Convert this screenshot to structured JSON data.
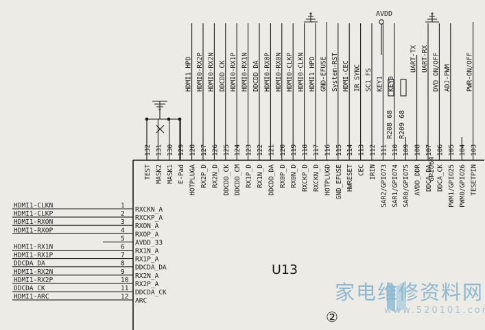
{
  "chip": {
    "name": "U13",
    "page_mark": "②"
  },
  "power": {
    "avdd_label": "AVDD"
  },
  "watermark": {
    "text": "家电维修资料网",
    "url": "www.520101.com"
  },
  "top_pins": [
    {
      "num": "132",
      "name": "TEST",
      "net": ""
    },
    {
      "num": "131",
      "name": "MASK2",
      "net": ""
    },
    {
      "num": "130",
      "name": "MASK1",
      "net": ""
    },
    {
      "num": "129",
      "name": "E-Pad",
      "net": ""
    },
    {
      "num": "128",
      "name": "HOTPLUGA",
      "net": "HDMI1_HPD"
    },
    {
      "num": "127",
      "name": "RX2P_D",
      "net": "HDMI0-RX2P"
    },
    {
      "num": "126",
      "name": "RX2N_D",
      "net": "HDMI0-RX2N"
    },
    {
      "num": "125",
      "name": "DDCDD_CK",
      "net": "DDCDD_CK"
    },
    {
      "num": "124",
      "name": "DDCDD_CM",
      "net": "HDMI0-RX1P"
    },
    {
      "num": "123",
      "name": "RX1P_D",
      "net": "HDMI0-RX1N"
    },
    {
      "num": "122",
      "name": "RX1N_D",
      "net": "DDCDD_DA"
    },
    {
      "num": "121",
      "name": "DDCDD_DA",
      "net": "HDMI0-RX0P"
    },
    {
      "num": "120",
      "name": "RX0P_D",
      "net": "HDMI0-RX0N"
    },
    {
      "num": "119",
      "name": "RX0N_D",
      "net": "HDMI0-CLKP"
    },
    {
      "num": "118",
      "name": "RXCKP_D",
      "net": "HDMI0-CLKN"
    },
    {
      "num": "117",
      "name": "RXCKN_D",
      "net": "HDMI1_HPD"
    },
    {
      "num": "116",
      "name": "HOTPLUGD",
      "net": "GND-EFUSE"
    },
    {
      "num": "115",
      "name": "GND_EFUSE",
      "net": "System-RST"
    },
    {
      "num": "114",
      "name": "HWRESET",
      "net": "HDMI-CEC"
    },
    {
      "num": "113",
      "name": "CEC",
      "net": "IR_SYNC"
    },
    {
      "num": "112",
      "name": "IRIN",
      "net": "SC1_FS"
    },
    {
      "num": "111",
      "name": "SAR2/GPIO73",
      "net": "KEY1"
    },
    {
      "num": "110",
      "name": "SAR1/GPIO74",
      "net": "KEY0"
    },
    {
      "num": "109",
      "name": "SAR0/GPIO75",
      "net": ""
    },
    {
      "num": "108",
      "name": "AVDD_DDR",
      "net": "UART-TX"
    },
    {
      "num": "107",
      "name": "DDCA_DA",
      "net": "UART-RX"
    },
    {
      "num": "106",
      "name": "DDCA_CK",
      "net": "DVD_ON/OFF"
    },
    {
      "num": "105",
      "name": "PWM1/GPIO25",
      "net": "ADJ-PWM"
    },
    {
      "num": "104",
      "name": "PWM0/GPIO26",
      "net": ""
    },
    {
      "num": "103",
      "name": "TESETPIN",
      "net": "PWR-ON/OFF"
    }
  ],
  "extra_top_labels": [
    "GPIO64"
  ],
  "resistors": [
    {
      "ref": "R208",
      "value": "68"
    },
    {
      "ref": "R209",
      "value": "68"
    }
  ],
  "left_pins": [
    {
      "num": "1",
      "name": "RXCKN_A",
      "net": "HDMI1-CLKN"
    },
    {
      "num": "2",
      "name": "RXCKP_A",
      "net": "HDMI1-CLKP"
    },
    {
      "num": "3",
      "name": "RXON_A",
      "net": "HDMI1-RXON"
    },
    {
      "num": "4",
      "name": "RXOP_A",
      "net": "HDMI1-RXOP"
    },
    {
      "num": "5",
      "name": "AVDD_33",
      "net": ""
    },
    {
      "num": "6",
      "name": "RX1N_A",
      "net": "HDMI1-RX1N"
    },
    {
      "num": "7",
      "name": "RX1P_A",
      "net": "HDMI1-RX1P"
    },
    {
      "num": "8",
      "name": "DDCDA_DA",
      "net": "DDCDA_DA"
    },
    {
      "num": "9",
      "name": "RX2N_A",
      "net": "HDMI1-RX2N"
    },
    {
      "num": "10",
      "name": "RX2P_A",
      "net": "HDMI1-RX2P"
    },
    {
      "num": "11",
      "name": "DDCDA_CK",
      "net": "DDCDA_CK"
    },
    {
      "num": "12",
      "name": "ARC",
      "net": "HDMI1-ARC"
    }
  ]
}
